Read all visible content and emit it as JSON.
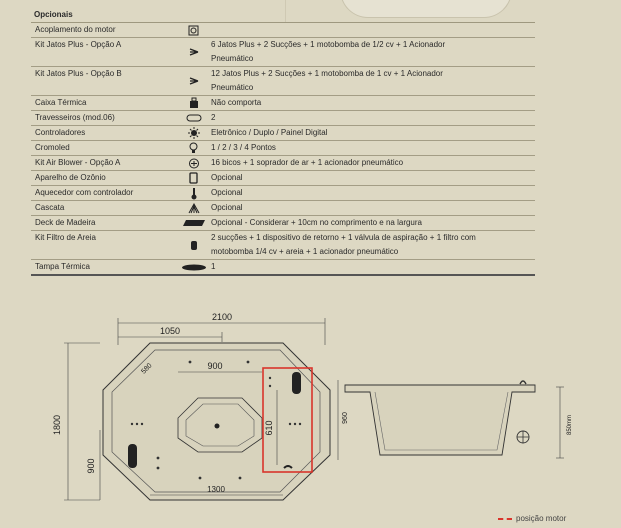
{
  "section_title": "Opcionais",
  "rows": [
    {
      "label": "Acoplamento do motor",
      "icon": "motor-coupling-icon",
      "value": ""
    },
    {
      "label": "Kit Jatos Plus - Opção A",
      "icon": "jets-icon",
      "value": "6 Jatos Plus + 2 Sucções + 1 motobomba de 1/2 cv + 1 Acionador",
      "value2": "Pneumático"
    },
    {
      "label": "Kit Jatos Plus - Opção B",
      "icon": "jets-icon",
      "value": "12 Jatos Plus + 2 Sucções + 1 motobomba de 1 cv + 1 Acionador",
      "value2": "Pneumático"
    },
    {
      "label": "Caixa Térmica",
      "icon": "thermal-box-icon",
      "value": "Não comporta"
    },
    {
      "label": "Travesseiros (mod.06)",
      "icon": "pillow-icon",
      "value": "2"
    },
    {
      "label": "Controladores",
      "icon": "controller-icon",
      "value": "Eletrônico / Duplo / Painel Digital"
    },
    {
      "label": "Cromoled",
      "icon": "bulb-icon",
      "value": "1 / 2 / 3 / 4 Pontos"
    },
    {
      "label": "Kit Air Blower - Opção A",
      "icon": "air-blower-icon",
      "value": "16 bicos + 1 soprador de ar + 1 acionador pneumático"
    },
    {
      "label": "Aparelho de Ozônio",
      "icon": "ozone-icon",
      "value": "Opcional"
    },
    {
      "label": "Aquecedor com controlador",
      "icon": "heater-icon",
      "value": "Opcional"
    },
    {
      "label": "Cascata",
      "icon": "waterfall-icon",
      "value": "Opcional"
    },
    {
      "label": "Deck de Madeira",
      "icon": "wood-deck-icon",
      "value": "Opcional - Considerar + 10cm no comprimento e na largura"
    },
    {
      "label": "Kit Filtro de Areia",
      "icon": "sand-filter-icon",
      "value": "2 sucções + 1 dispositivo de retorno + 1 válvula de aspiração + 1 filtro com",
      "value2": "motobomba 1/4 cv + areia + 1 acionador pneumático"
    },
    {
      "label": "Tampa Térmica",
      "icon": "thermal-cover-icon",
      "value": "1"
    }
  ],
  "dimensions": {
    "total_width": "2100",
    "partial_width": "1050",
    "inner_width": "900",
    "corner": "580",
    "height_total": "1800",
    "height_lower": "900",
    "bottom_width": "1300",
    "inner_height": "610",
    "right_height": "960",
    "side_height": "850mm"
  },
  "legend_text": "posição motor",
  "accent_color": "#d9342b"
}
